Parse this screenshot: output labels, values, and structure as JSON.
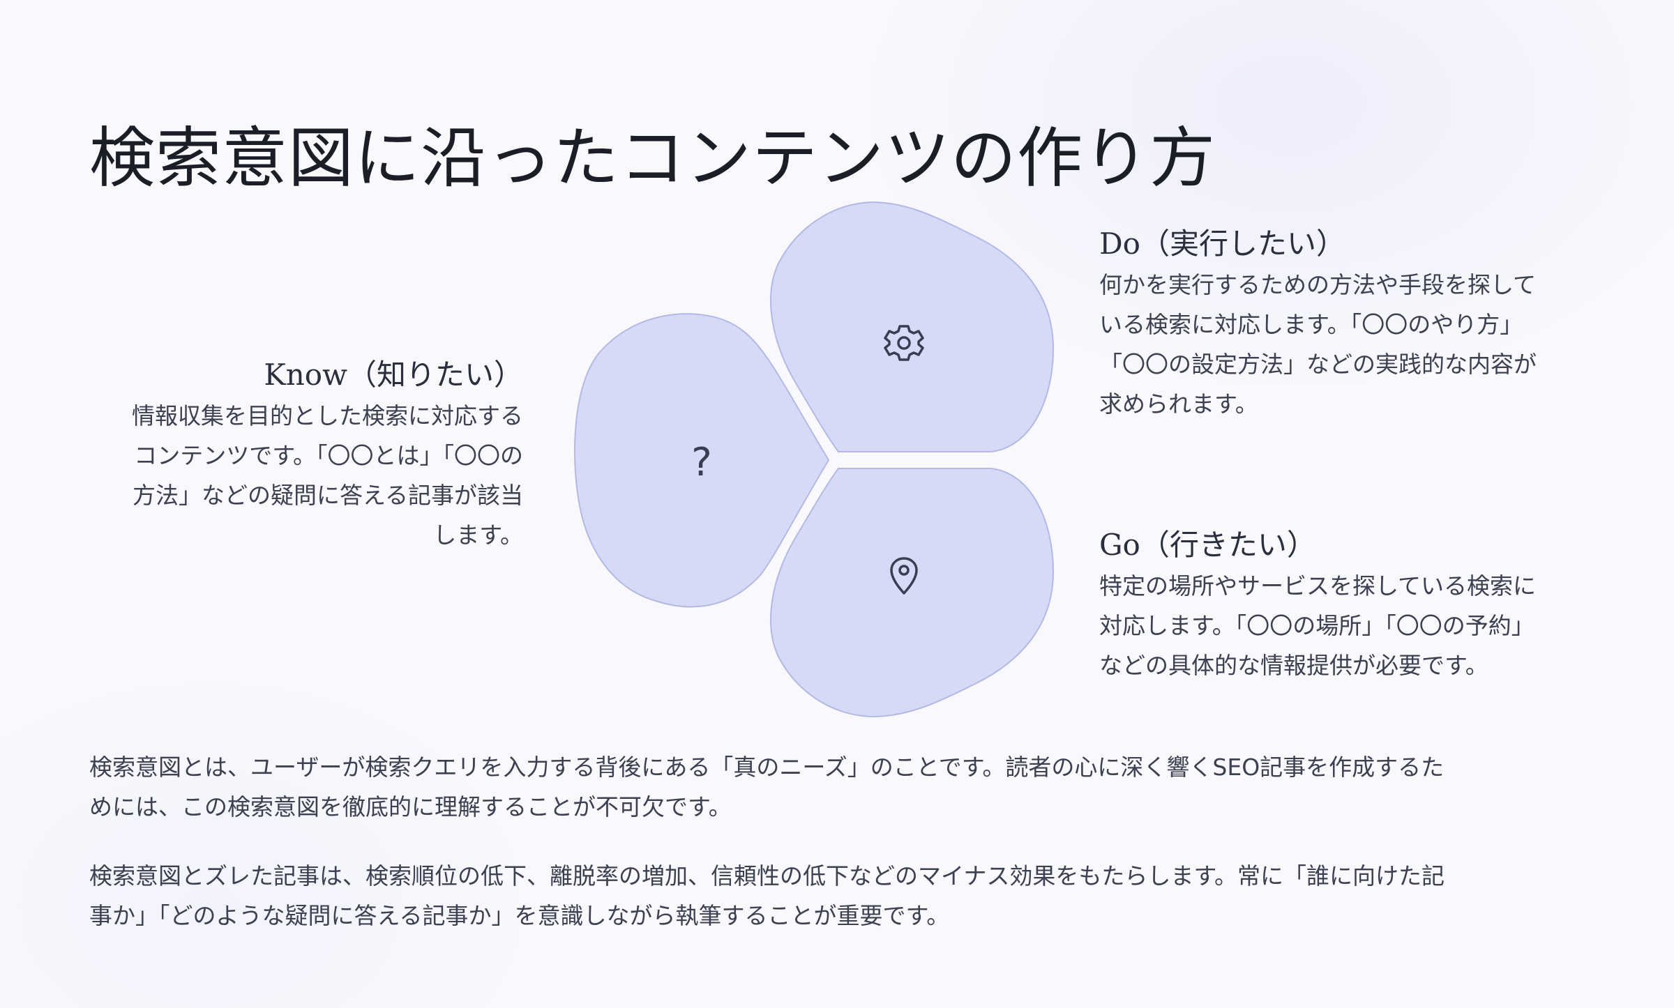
{
  "title": "検索意図に沿ったコンテンツの作り方",
  "diagram": {
    "center_petal": {
      "icon": "question-mark",
      "glyph": "?"
    },
    "top_petal": {
      "icon": "gear-icon"
    },
    "bottom_petal": {
      "icon": "map-pin-icon"
    },
    "petal_color": "#d5daf6",
    "petal_border_color": "#b3b9e3"
  },
  "know": {
    "heading": "Know（知りたい）",
    "body_lines": [
      "情報収集を目的とした検索に対応する",
      "コンテンツです。「〇〇とは」「〇〇の",
      "方法」などの疑問に答える記事が該当",
      "します。"
    ]
  },
  "do": {
    "heading": "Do（実行したい）",
    "body_lines": [
      "何かを実行するための方法や手段を探して",
      "いる検索に対応します。「〇〇のやり方」",
      "「〇〇の設定方法」などの実践的な内容が",
      "求められます。"
    ]
  },
  "go": {
    "heading": "Go（行きたい）",
    "body_lines": [
      "特定の場所やサービスを探している検索に",
      "対応します。「〇〇の場所」「〇〇の予約」",
      "などの具体的な情報提供が必要です。"
    ]
  },
  "paragraph1_lines": [
    "検索意図とは、ユーザーが検索クエリを入力する背後にある「真のニーズ」のことです。読者の心に深く響くSEO記事を作成するた",
    "めには、この検索意図を徹底的に理解することが不可欠です。"
  ],
  "paragraph2_lines": [
    "検索意図とズレた記事は、検索順位の低下、離脱率の増加、信頼性の低下などのマイナス効果をもたらします。常に「誰に向けた記",
    "事か」「どのような疑問に答える記事か」を意識しながら執筆することが重要です。"
  ]
}
